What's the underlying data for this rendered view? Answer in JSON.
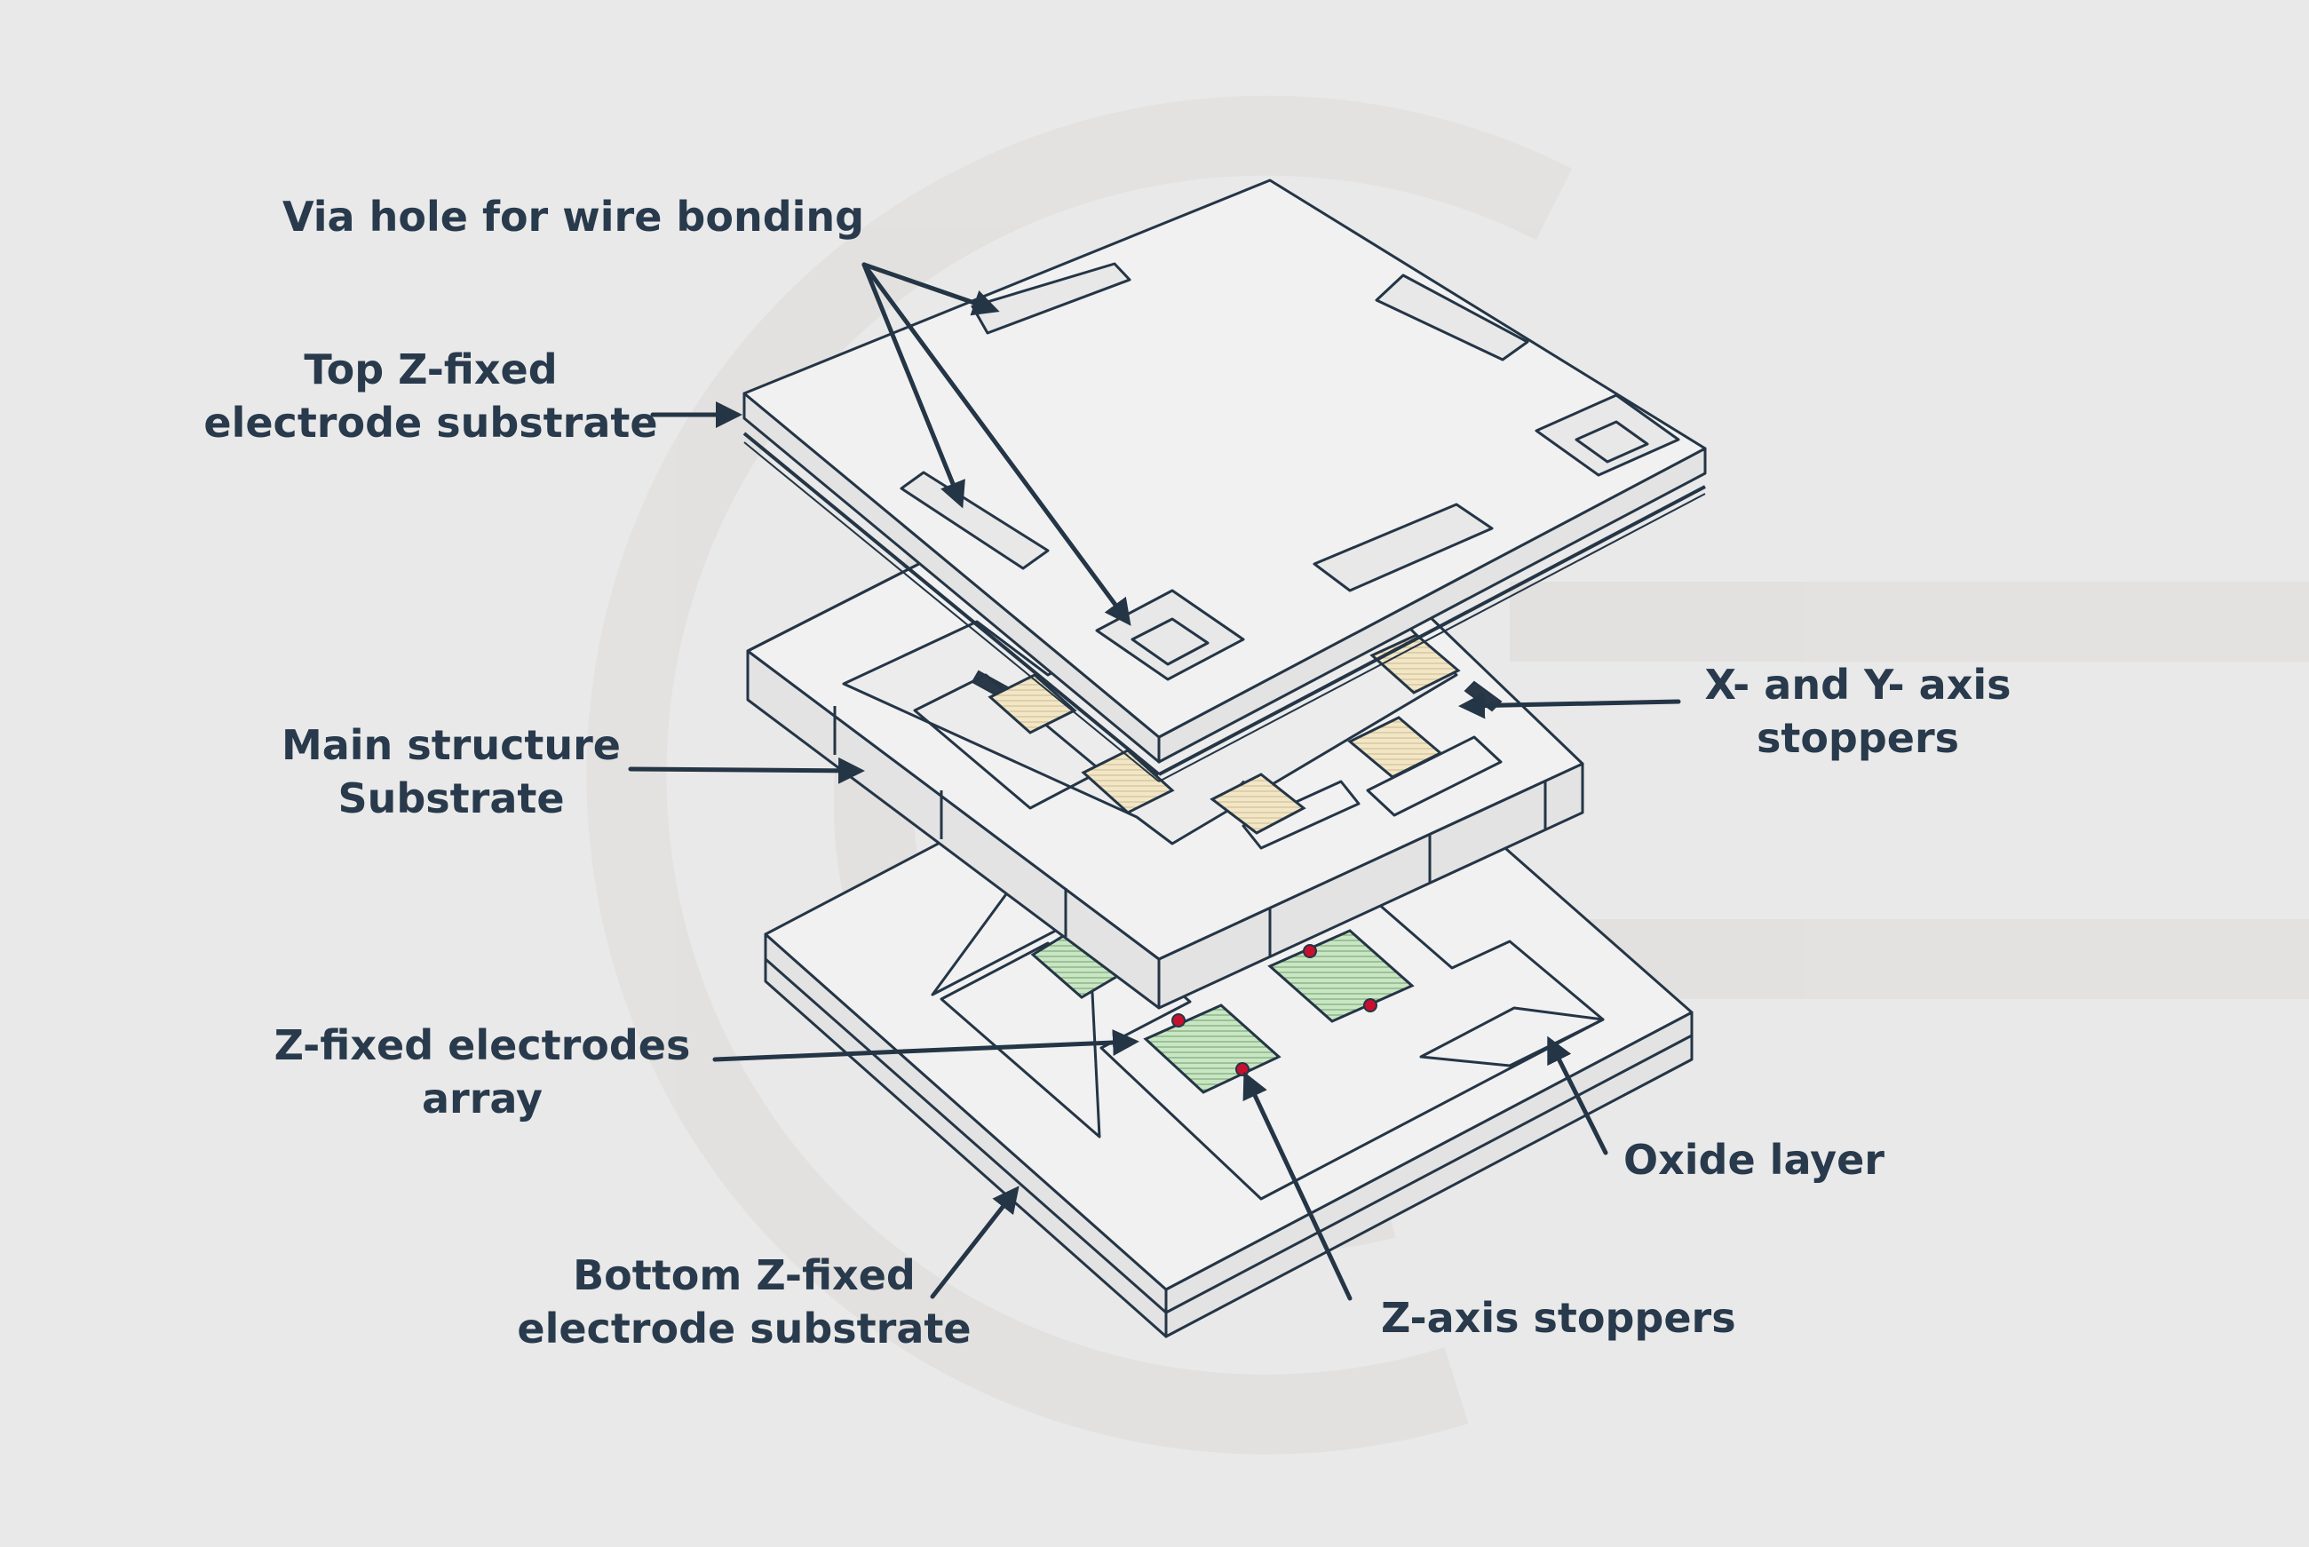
{
  "labels": {
    "via_hole": "Via hole for wire bonding",
    "top_substrate_line1": "Top Z-fixed",
    "top_substrate_line2": "electrode substrate",
    "main_structure_line1": "Main structure",
    "main_structure_line2": "Substrate",
    "xy_stoppers_line1": "X- and Y- axis",
    "xy_stoppers_line2": "stoppers",
    "z_electrodes_line1": "Z-fixed electrodes",
    "z_electrodes_line2": "array",
    "oxide_layer": "Oxide layer",
    "bottom_substrate_line1": "Bottom Z-fixed",
    "bottom_substrate_line2": "electrode substrate",
    "z_stoppers": "Z-axis stoppers"
  },
  "colors": {
    "background": "#e9e9e9",
    "text": "#283a4c",
    "outline": "#243546",
    "electrode_pad": "#f2e6c6",
    "z_electrode": "#c9e6c4",
    "stopper_dot": "#c8102e"
  }
}
